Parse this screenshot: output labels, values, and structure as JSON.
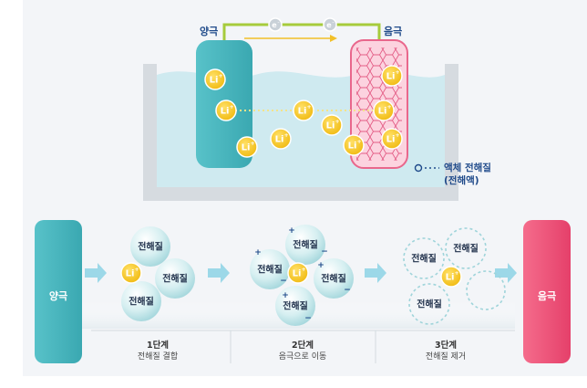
{
  "cell": {
    "anode_label": "양극",
    "cathode_label": "음극",
    "electron": {
      "symbol": "e",
      "charge": "-"
    },
    "ion": {
      "symbol": "Li",
      "charge": "+"
    },
    "electrolyte_label_line1": "액체 전해질",
    "electrolyte_label_line2": "(전해액)"
  },
  "process": {
    "anode_label": "양극",
    "cathode_label": "음극",
    "electrolyte_word": "전해질",
    "ion_symbol": "Li",
    "ion_charge": "+",
    "plus_sign": "+",
    "minus_sign": "−",
    "steps": [
      {
        "title": "1단계",
        "desc": "전해질 결합"
      },
      {
        "title": "2단계",
        "desc": "음극으로 이동"
      },
      {
        "title": "3단계",
        "desc": "전해질 제거"
      }
    ]
  },
  "colors": {
    "teal": "#4fb9c1",
    "pink": "#f0507a",
    "gold": "#f6c81e",
    "wire": "#a6cb3c",
    "navy": "#1f4a8a",
    "arrow": "#9cd8e8"
  }
}
